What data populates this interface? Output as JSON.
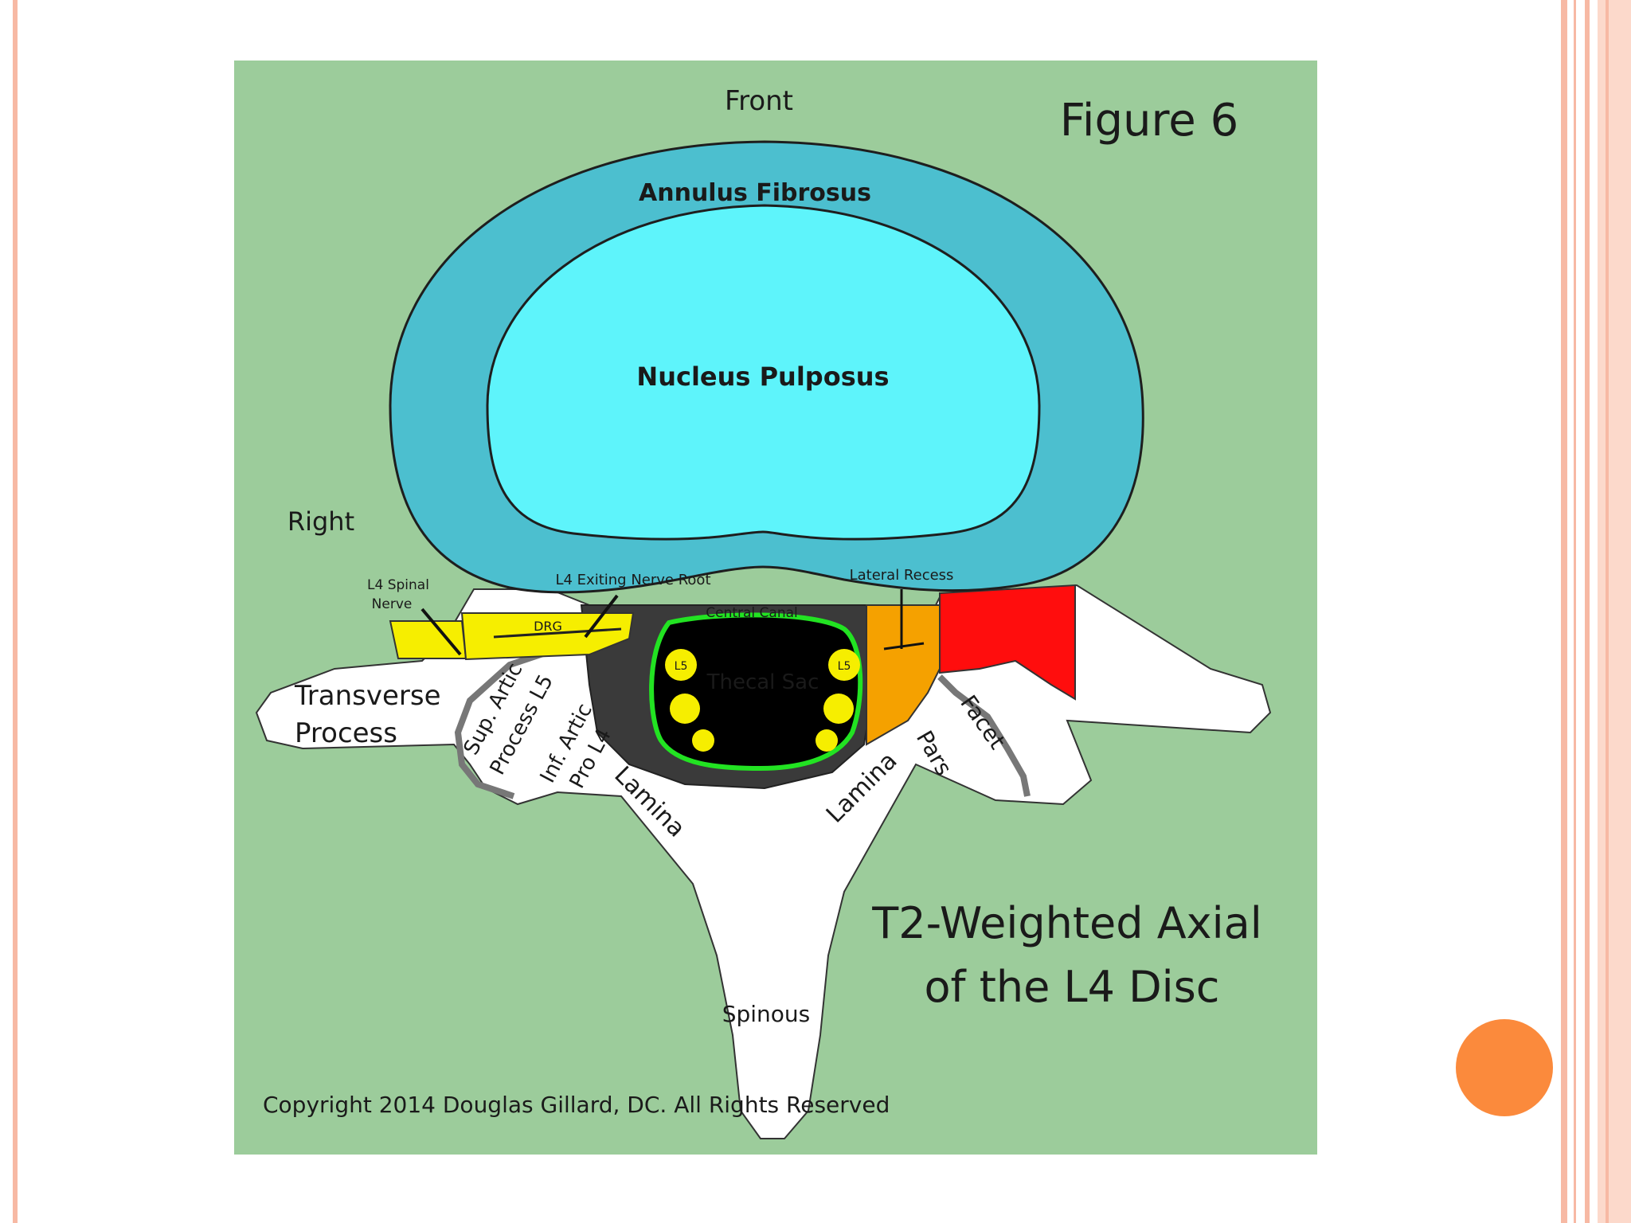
{
  "figure": {
    "number_label": "Figure 6",
    "title_line1": "T2-Weighted Axial",
    "title_line2": "of the L4 Disc",
    "copyright": "Copyright 2014 Douglas Gillard, DC. All Rights Reserved",
    "labels": {
      "front": "Front",
      "right": "Right",
      "annulus_fibrosus": "Annulus Fibrosus",
      "nucleus_pulposus": "Nucleus Pulposus",
      "l4_spinal_nerve_line1": "L4 Spinal",
      "l4_spinal_nerve_line2": "Nerve",
      "l4_exiting_nerve_root": "L4 Exiting Nerve Root",
      "lateral_recess": "Lateral Recess",
      "drg": "DRG",
      "central_canal": "Central Canal",
      "thecal_sac": "Thecal Sac",
      "l5_left": "L5",
      "l5_right": "L5",
      "transverse_process_line1": "Transverse",
      "transverse_process_line2": "Process",
      "sup_artic_line1": "Sup. Artic",
      "sup_artic_line2": "Process L5",
      "inf_artic_line1": "Inf. Artic",
      "inf_artic_line2": "Pro L4",
      "lamina_left": "Lamina",
      "lamina_right": "Lamina",
      "pars": "Pars",
      "facet": "Facet",
      "spinous": "Spinous"
    }
  },
  "colors": {
    "background_green": "#9ccc9b",
    "annulus": "#4cbfcf",
    "nucleus": "#5ef4fb",
    "canal": "#3a3a3a",
    "thecal_sac": "#000000",
    "thecal_outline": "#22e322",
    "nerve_yellow": "#f6ee00",
    "orange_region": "#f5a100",
    "red_region": "#ff0d0d",
    "bone": "#ffffff",
    "accent_orange": "#fb8a3c",
    "frame_salmon": "#f7b9a4"
  }
}
